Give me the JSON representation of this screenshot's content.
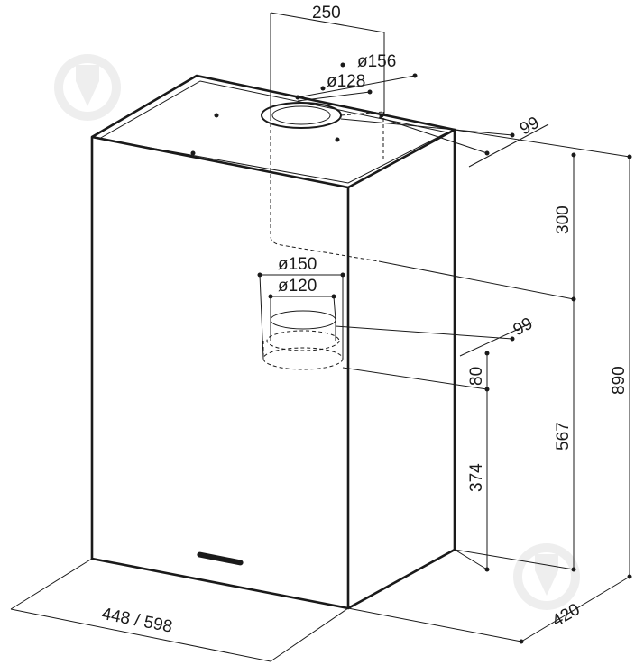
{
  "diagram": {
    "dimensions": {
      "top_outlet_offset": "250",
      "top_outlet_outer_diameter": "ø156",
      "top_outlet_inner_diameter": "ø128",
      "top_depth_offset": "99",
      "chimney_height": "300",
      "total_height": "890",
      "side_outlet_outer_diameter": "ø150",
      "side_outlet_inner_diameter": "ø120",
      "side_depth_offset": "99",
      "side_outlet_height": "80",
      "outlet_to_bottom": "374",
      "body_height": "567",
      "width": "448 / 598",
      "depth": "420"
    },
    "watermark_icon": "pen-nib-icon",
    "line_color": "#1a1a1a",
    "background_color": "#ffffff"
  }
}
